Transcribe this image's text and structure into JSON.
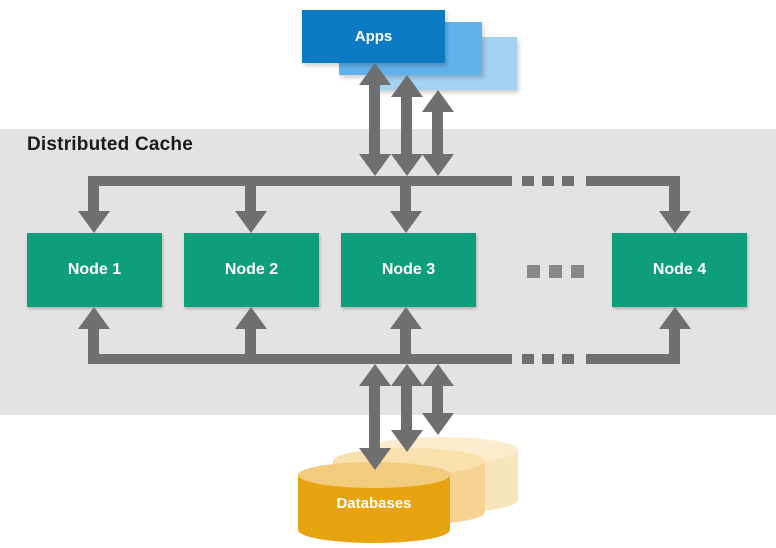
{
  "band": {
    "title": "Distributed Cache"
  },
  "apps": {
    "label": "Apps",
    "stack_count": 3
  },
  "cache": {
    "nodes": [
      {
        "label": "Node 1"
      },
      {
        "label": "Node 2"
      },
      {
        "label": "Node 3"
      },
      {
        "label": "Node 4"
      }
    ],
    "ellipsis": "..."
  },
  "databases": {
    "label": "Databases",
    "stack_count": 3
  },
  "colors": {
    "app_front": "#0b7ac2",
    "app_mid": "#61b2ec",
    "app_back": "#a6d2f2",
    "band_bg": "#e3e3e3",
    "node_green": "#0f9e7c",
    "arrow_gray": "#6f6f6f",
    "db_front": "#e8a40e",
    "db_front_top": "#f3cb7d",
    "db_mid": "#f6d392",
    "db_mid_top": "#f9e0ad",
    "db_back": "#f9e5bb",
    "db_back_top": "#fbeccd",
    "title_text": "#1a1a1a",
    "label_text": "#ffffff"
  }
}
